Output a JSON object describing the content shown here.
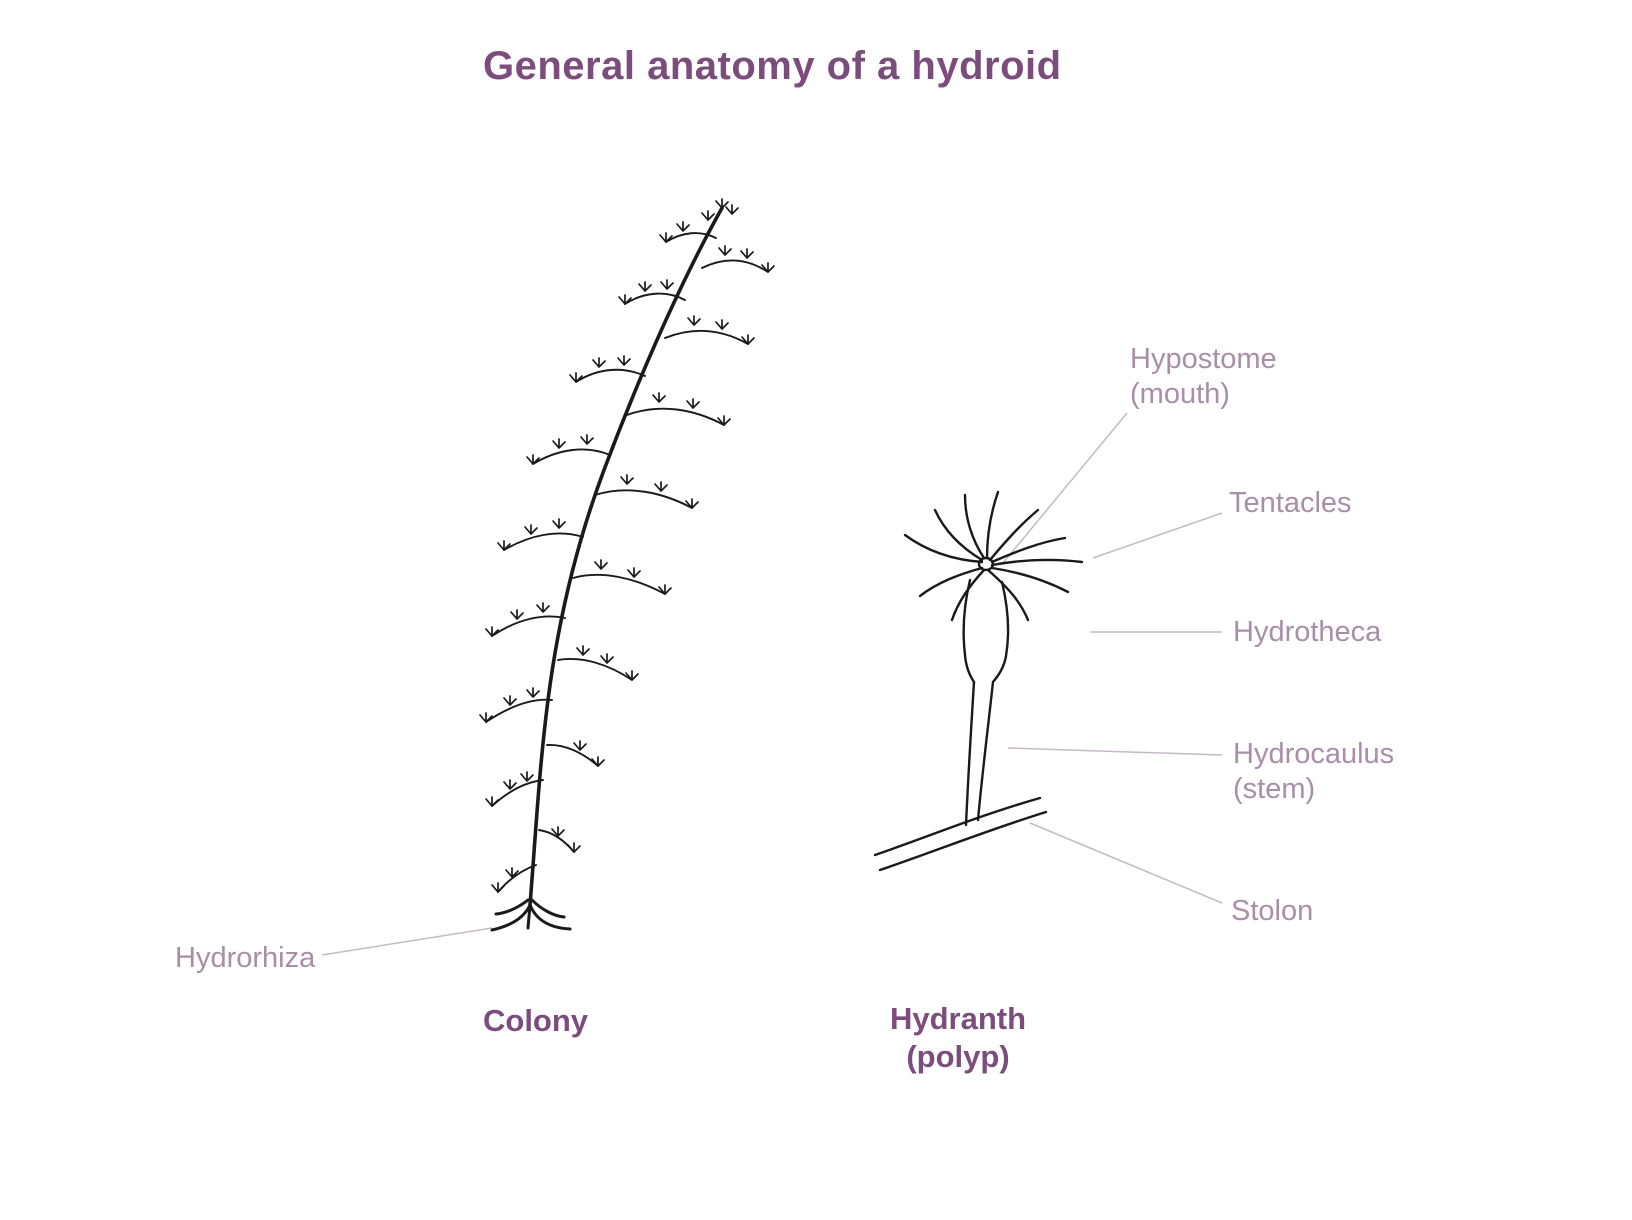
{
  "title": "General anatomy of a hydroid",
  "figures": {
    "colony": {
      "caption": "Colony",
      "illustration": "branching hydroid colony line drawing with root-like hydrorhiza at base"
    },
    "hydranth": {
      "caption_line1": "Hydranth",
      "caption_line2": "(polyp)",
      "illustration": "single polyp line drawing with tentacle crown, cup, stem and stolon"
    }
  },
  "labels": {
    "hydrorhiza": "Hydrorhiza",
    "hypostome_line1": "Hypostome",
    "hypostome_line2": "(mouth)",
    "tentacles": "Tentacles",
    "hydrotheca": "Hydrotheca",
    "hydrocaulus_line1": "Hydrocaulus",
    "hydrocaulus_line2": "(stem)",
    "stolon": "Stolon"
  },
  "colors": {
    "background": "#ffffff",
    "title_text": "#7c4d7c",
    "caption_text": "#7c4d7c",
    "label_text": "#a88fa8",
    "line_art": "#1a1a1a",
    "leader_line": "#c6b9c6"
  }
}
